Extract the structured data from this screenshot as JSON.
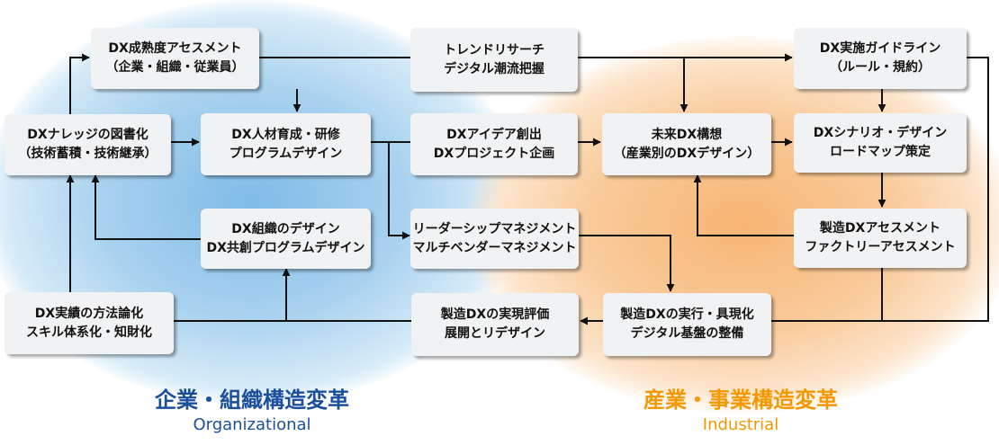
{
  "boxes": {
    "dx_maturity": {
      "line1": "DX成熟度アセスメント",
      "line2": "（企業・組織・従業員）"
    },
    "trend_research": {
      "line1": "トレンドリサーチ",
      "line2": "デジタル潮流把握"
    },
    "dx_guideline": {
      "line1": "DX実施ガイドライン",
      "line2": "（ルール・規約）"
    },
    "dx_knowledge": {
      "line1": "DXナレッジの図書化",
      "line2": "（技術蓄積・技術継承）"
    },
    "dx_talent": {
      "line1": "DX人材育成・研修",
      "line2": "プログラムデザイン"
    },
    "dx_idea": {
      "line1": "DXアイデア創出",
      "line2": "DXプロジェクト企画"
    },
    "future_dx": {
      "line1": "未来DX構想",
      "line2": "（産業別のDXデザイン）"
    },
    "dx_scenario": {
      "line1": "DXシナリオ・デザイン",
      "line2": "ロードマップ策定"
    },
    "dx_org_design": {
      "line1": "DX組織のデザイン",
      "line2": "DX共創プログラムデザイン"
    },
    "leadership": {
      "line1": "リーダーシップマネジメント",
      "line2": "マルチベンダーマネジメント"
    },
    "mfg_assessment": {
      "line1": "製造DXアセスメント",
      "line2": "ファクトリーアセスメント"
    },
    "dx_methodology": {
      "line1": "DX実績の方法論化",
      "line2": "スキル体系化・知財化"
    },
    "mfg_evaluation": {
      "line1": "製造DXの実現評価",
      "line2": "展開とリデザイン"
    },
    "mfg_execution": {
      "line1": "製造DXの実行・具現化",
      "line2": "デジタル基盤の整備"
    }
  },
  "regions": {
    "organizational": {
      "title": "企業・組織構造変革",
      "subtitle": "Organizational",
      "title_color": "#1b4f9c",
      "subtitle_color": "#1b4f9c"
    },
    "industrial": {
      "title": "産業・事業構造変革",
      "subtitle": "Industrial",
      "title_color": "#f39800",
      "subtitle_color": "#f39800"
    }
  },
  "colors": {
    "org_blob": "#7fbbe7",
    "ind_blob": "#f7b573",
    "box_fill": "#f1f2f3",
    "arrow": "#111111"
  }
}
